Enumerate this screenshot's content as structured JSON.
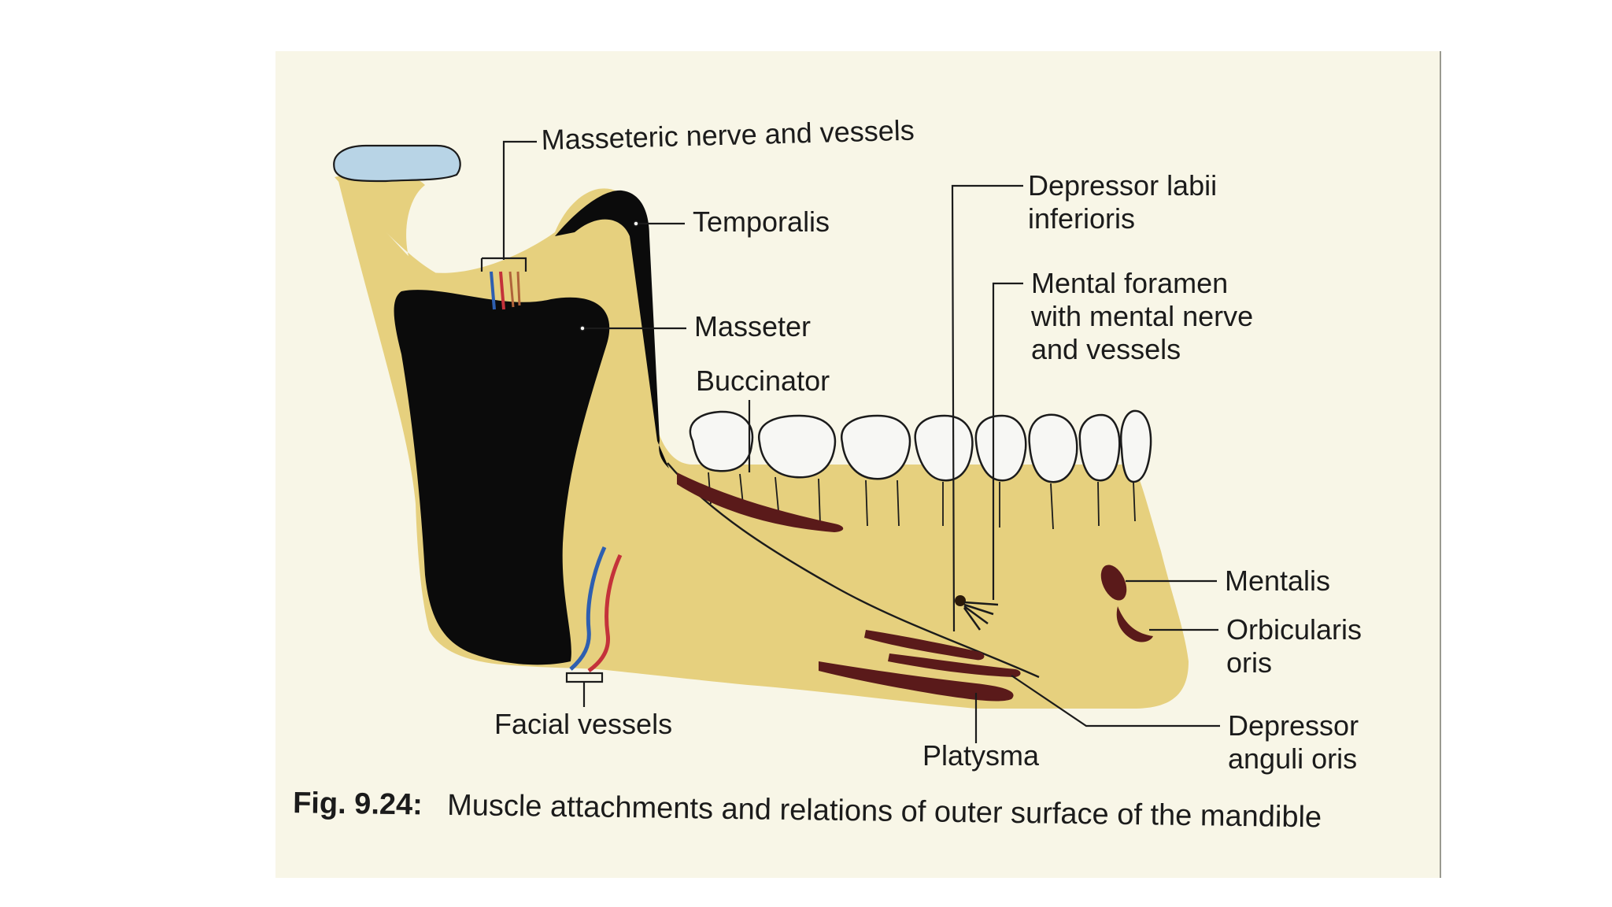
{
  "figure": {
    "caption": {
      "number": "Fig. 9.24:",
      "text": "Muscle attachments and relations of outer surface of the mandible"
    },
    "labels": {
      "masseteric_nerve": "Masseteric nerve and vessels",
      "temporalis": "Temporalis",
      "masseter": "Masseter",
      "buccinator": "Buccinator",
      "depressor_labii_1": "Depressor labii",
      "depressor_labii_2": "inferioris",
      "mental_foramen_1": "Mental foramen",
      "mental_foramen_2": "with mental nerve",
      "mental_foramen_3": "and vessels",
      "mentalis": "Mentalis",
      "orbicularis_1": "Orbicularis",
      "orbicularis_2": "oris",
      "facial_vessels": "Facial vessels",
      "platysma": "Platysma",
      "depressor_anguli_1": "Depressor",
      "depressor_anguli_2": "anguli oris"
    },
    "colors": {
      "paper": "#f8f6e7",
      "bone": "#e6d07e",
      "muscle_black": "#0b0b0b",
      "muscle_attachment": "#5a1a1a",
      "cartilage": "#b8d4e6",
      "artery": "#c4323a",
      "vein": "#2e5fb0",
      "tooth": "#f7f7f4"
    }
  }
}
